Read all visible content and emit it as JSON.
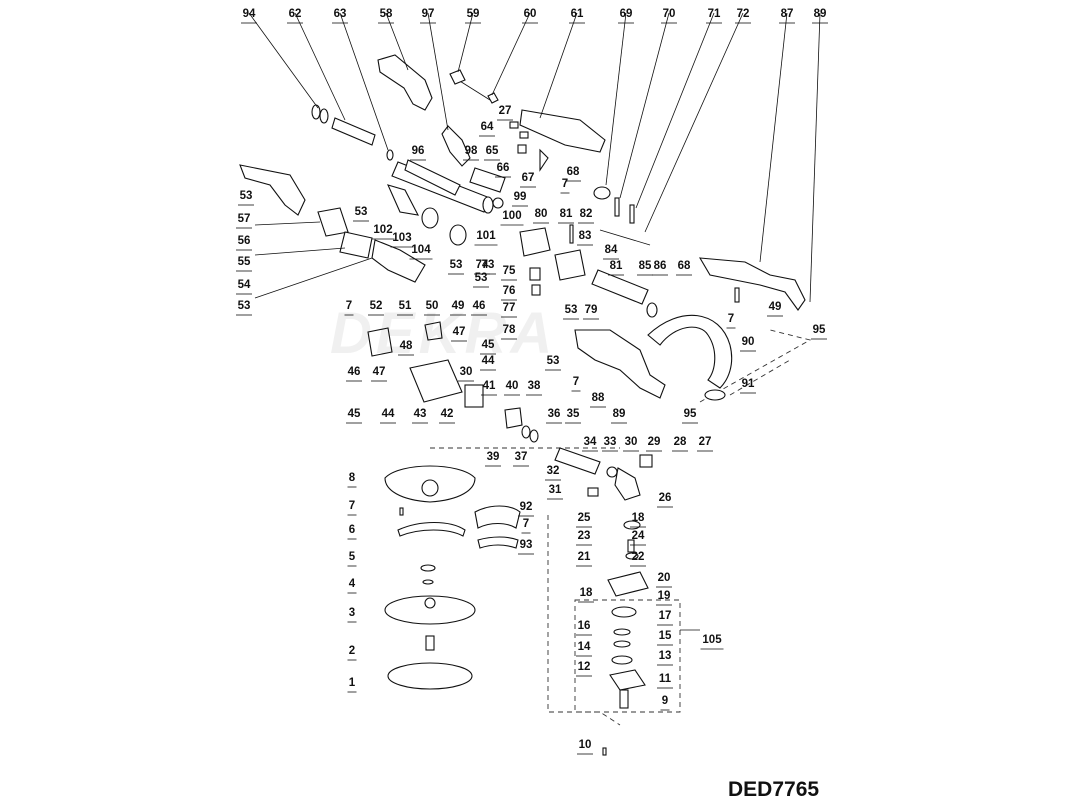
{
  "model": "DED7765",
  "watermark": "DEKRA",
  "labels": [
    {
      "id": "l94",
      "t": "94"
    },
    {
      "id": "l62",
      "t": "62"
    },
    {
      "id": "l63",
      "t": "63"
    },
    {
      "id": "l58",
      "t": "58"
    },
    {
      "id": "l97",
      "t": "97"
    },
    {
      "id": "l59",
      "t": "59"
    },
    {
      "id": "l60",
      "t": "60"
    },
    {
      "id": "l61",
      "t": "61"
    },
    {
      "id": "l69",
      "t": "69"
    },
    {
      "id": "l70",
      "t": "70"
    },
    {
      "id": "l71",
      "t": "71"
    },
    {
      "id": "l72",
      "t": "72"
    },
    {
      "id": "l87",
      "t": "87"
    },
    {
      "id": "l89",
      "t": "89"
    },
    {
      "id": "l27a",
      "t": "27"
    },
    {
      "id": "l64",
      "t": "64"
    },
    {
      "id": "l65",
      "t": "65"
    },
    {
      "id": "l96",
      "t": "96"
    },
    {
      "id": "l98",
      "t": "98"
    },
    {
      "id": "l66",
      "t": "66"
    },
    {
      "id": "l68a",
      "t": "68"
    },
    {
      "id": "l67",
      "t": "67"
    },
    {
      "id": "l7a",
      "t": "7"
    },
    {
      "id": "l99",
      "t": "99"
    },
    {
      "id": "l100",
      "t": "100"
    },
    {
      "id": "l53a",
      "t": "53"
    },
    {
      "id": "l57",
      "t": "57"
    },
    {
      "id": "l56",
      "t": "56"
    },
    {
      "id": "l55",
      "t": "55"
    },
    {
      "id": "l54",
      "t": "54"
    },
    {
      "id": "l53b",
      "t": "53"
    },
    {
      "id": "l53c",
      "t": "53"
    },
    {
      "id": "l102",
      "t": "102"
    },
    {
      "id": "l103",
      "t": "103"
    },
    {
      "id": "l104",
      "t": "104"
    },
    {
      "id": "l53d",
      "t": "53"
    },
    {
      "id": "l101",
      "t": "101"
    },
    {
      "id": "l80",
      "t": "80"
    },
    {
      "id": "l81a",
      "t": "81"
    },
    {
      "id": "l82",
      "t": "82"
    },
    {
      "id": "l83",
      "t": "83"
    },
    {
      "id": "l84",
      "t": "84"
    },
    {
      "id": "l73",
      "t": "73"
    },
    {
      "id": "l74",
      "t": "74"
    },
    {
      "id": "l75",
      "t": "75"
    },
    {
      "id": "l53e",
      "t": "53"
    },
    {
      "id": "l81b",
      "t": "81"
    },
    {
      "id": "l85",
      "t": "85"
    },
    {
      "id": "l86",
      "t": "86"
    },
    {
      "id": "l68b",
      "t": "68"
    },
    {
      "id": "l76",
      "t": "76"
    },
    {
      "id": "l77",
      "t": "77"
    },
    {
      "id": "l53f",
      "t": "53"
    },
    {
      "id": "l79",
      "t": "79"
    },
    {
      "id": "l78",
      "t": "78"
    },
    {
      "id": "l49a",
      "t": "49"
    },
    {
      "id": "l7b",
      "t": "7"
    },
    {
      "id": "l95a",
      "t": "95"
    },
    {
      "id": "l7c",
      "t": "7"
    },
    {
      "id": "l52",
      "t": "52"
    },
    {
      "id": "l51",
      "t": "51"
    },
    {
      "id": "l50",
      "t": "50"
    },
    {
      "id": "l49b",
      "t": "49"
    },
    {
      "id": "l46a",
      "t": "46"
    },
    {
      "id": "l47a",
      "t": "47"
    },
    {
      "id": "l48",
      "t": "48"
    },
    {
      "id": "l45a",
      "t": "45"
    },
    {
      "id": "l44a",
      "t": "44"
    },
    {
      "id": "l30a",
      "t": "30"
    },
    {
      "id": "l46b",
      "t": "46"
    },
    {
      "id": "l47b",
      "t": "47"
    },
    {
      "id": "l45b",
      "t": "45"
    },
    {
      "id": "l44b",
      "t": "44"
    },
    {
      "id": "l43",
      "t": "43"
    },
    {
      "id": "l42",
      "t": "42"
    },
    {
      "id": "l41",
      "t": "41"
    },
    {
      "id": "l40",
      "t": "40"
    },
    {
      "id": "l38",
      "t": "38"
    },
    {
      "id": "l53g",
      "t": "53"
    },
    {
      "id": "l7d",
      "t": "7"
    },
    {
      "id": "l88",
      "t": "88"
    },
    {
      "id": "l90",
      "t": "90"
    },
    {
      "id": "l91",
      "t": "91"
    },
    {
      "id": "l89b",
      "t": "89"
    },
    {
      "id": "l95b",
      "t": "95"
    },
    {
      "id": "l36",
      "t": "36"
    },
    {
      "id": "l35",
      "t": "35"
    },
    {
      "id": "l34",
      "t": "34"
    },
    {
      "id": "l33",
      "t": "33"
    },
    {
      "id": "l30b",
      "t": "30"
    },
    {
      "id": "l29",
      "t": "29"
    },
    {
      "id": "l28",
      "t": "28"
    },
    {
      "id": "l27b",
      "t": "27"
    },
    {
      "id": "l39",
      "t": "39"
    },
    {
      "id": "l37",
      "t": "37"
    },
    {
      "id": "l32",
      "t": "32"
    },
    {
      "id": "l31",
      "t": "31"
    },
    {
      "id": "l26",
      "t": "26"
    },
    {
      "id": "l25",
      "t": "25"
    },
    {
      "id": "l18a",
      "t": "18"
    },
    {
      "id": "l23",
      "t": "23"
    },
    {
      "id": "l24",
      "t": "24"
    },
    {
      "id": "l21",
      "t": "21"
    },
    {
      "id": "l22",
      "t": "22"
    },
    {
      "id": "l20",
      "t": "20"
    },
    {
      "id": "l18b",
      "t": "18"
    },
    {
      "id": "l19",
      "t": "19"
    },
    {
      "id": "l17",
      "t": "17"
    },
    {
      "id": "l16",
      "t": "16"
    },
    {
      "id": "l15",
      "t": "15"
    },
    {
      "id": "l14",
      "t": "14"
    },
    {
      "id": "l13",
      "t": "13"
    },
    {
      "id": "l12",
      "t": "12"
    },
    {
      "id": "l11",
      "t": "11"
    },
    {
      "id": "l9",
      "t": "9"
    },
    {
      "id": "l105",
      "t": "105"
    },
    {
      "id": "l10",
      "t": "10"
    },
    {
      "id": "l8",
      "t": "8"
    },
    {
      "id": "l7e",
      "t": "7"
    },
    {
      "id": "l6",
      "t": "6"
    },
    {
      "id": "l5",
      "t": "5"
    },
    {
      "id": "l4",
      "t": "4"
    },
    {
      "id": "l3",
      "t": "3"
    },
    {
      "id": "l2",
      "t": "2"
    },
    {
      "id": "l1",
      "t": "1"
    },
    {
      "id": "l92",
      "t": "92"
    },
    {
      "id": "l7f",
      "t": "7"
    },
    {
      "id": "l93",
      "t": "93"
    }
  ]
}
